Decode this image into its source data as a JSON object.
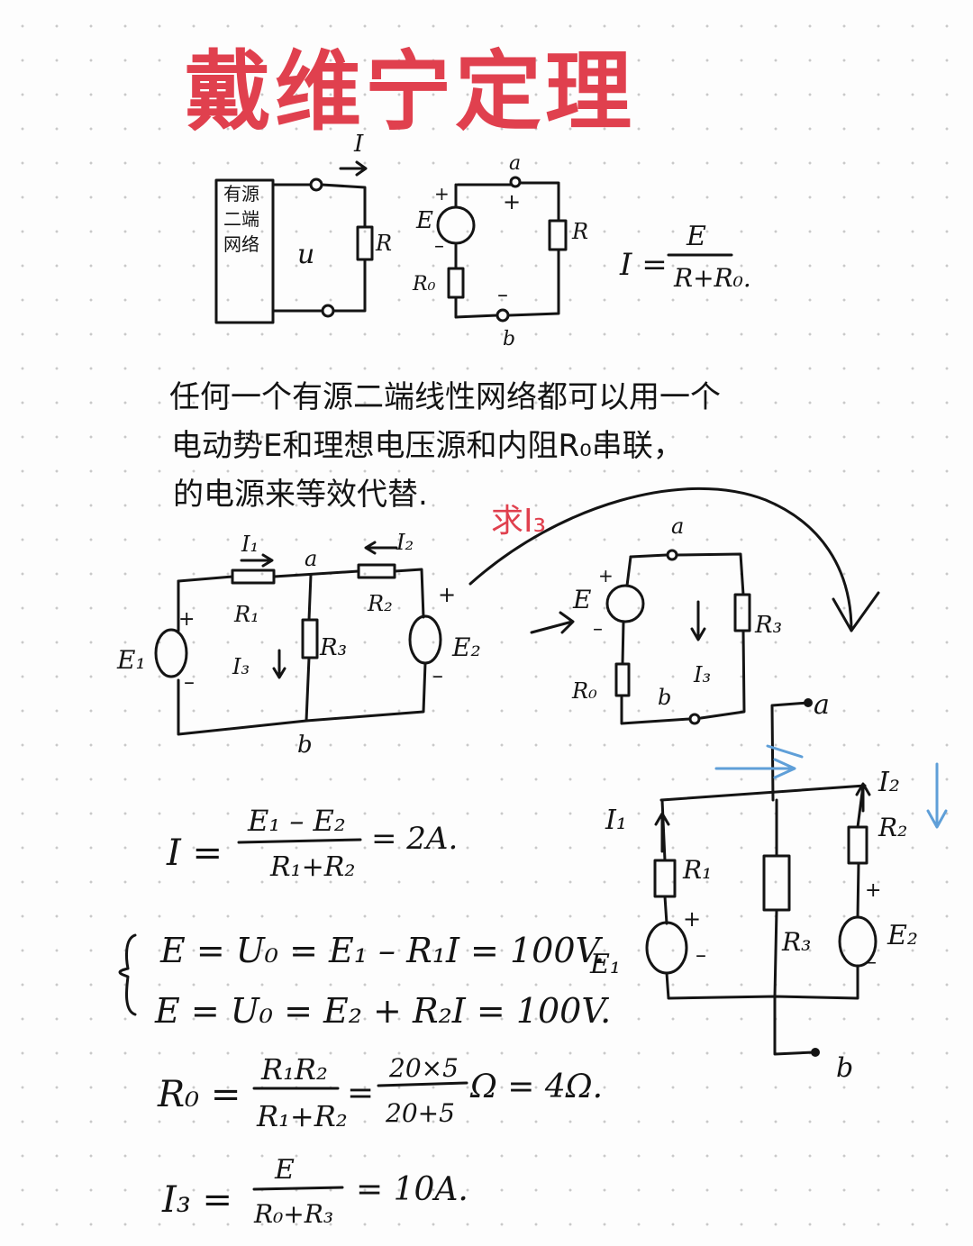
{
  "title": "戴维宁定理",
  "diagram1": {
    "box_label_lines": [
      "有源",
      "二端",
      "网络"
    ],
    "voltage": "u",
    "current": "I",
    "resistor": "R"
  },
  "diagram2": {
    "node_a": "a",
    "node_b": "b",
    "source": "E",
    "internal_resistor": "R₀",
    "load": "R",
    "plus": "+",
    "minus": "–"
  },
  "formula1": {
    "lhs": "I =",
    "num": "E",
    "den": "R+R₀."
  },
  "statement_lines": [
    "任何一个有源二端线性网络都可以用一个",
    "电动势E和理想电压源和内阻R₀串联，",
    "的电源来等效代替."
  ],
  "find_label": "求I₃",
  "circuit_main": {
    "E1": "E₁",
    "E2": "E₂",
    "R1": "R₁",
    "R2": "R₂",
    "R3": "R₃",
    "I1": "I₁",
    "I2": "I₂",
    "I3": "I₃",
    "node_a": "a",
    "node_b": "b"
  },
  "circuit_equiv": {
    "E": "E",
    "R0": "R₀",
    "R3": "R₃",
    "I3": "I₃",
    "node_a": "a",
    "node_b": "b"
  },
  "circuit_redraw": {
    "I1": "I₁",
    "I2": "I₂",
    "R1": "R₁",
    "R2": "R₂",
    "R3": "R₃",
    "E1": "E₁",
    "E2": "E₂",
    "node_a": "a",
    "node_b": "b"
  },
  "equations": {
    "eq1": {
      "lhs": "I =",
      "num": "E₁ – E₂",
      "den": "R₁+R₂",
      "rhs": "= 2A."
    },
    "eq2": "E = U₀ = E₁ – R₁I = 100V.",
    "eq3": "E = U₀ = E₂ + R₂I = 100V.",
    "eq4": {
      "lhs": "R₀ =",
      "num1": "R₁R₂",
      "den1": "R₁+R₂",
      "eq": "=",
      "num2": "20×5",
      "den2": "20+5",
      "rhs": "Ω = 4Ω."
    },
    "eq5": {
      "lhs": "I₃ =",
      "num": "E",
      "den": "R₀+R₃",
      "rhs": "= 10A."
    }
  },
  "colors": {
    "title_ink": "#e0404e",
    "ink": "#141414",
    "blue_mark": "#5f9fd8"
  }
}
